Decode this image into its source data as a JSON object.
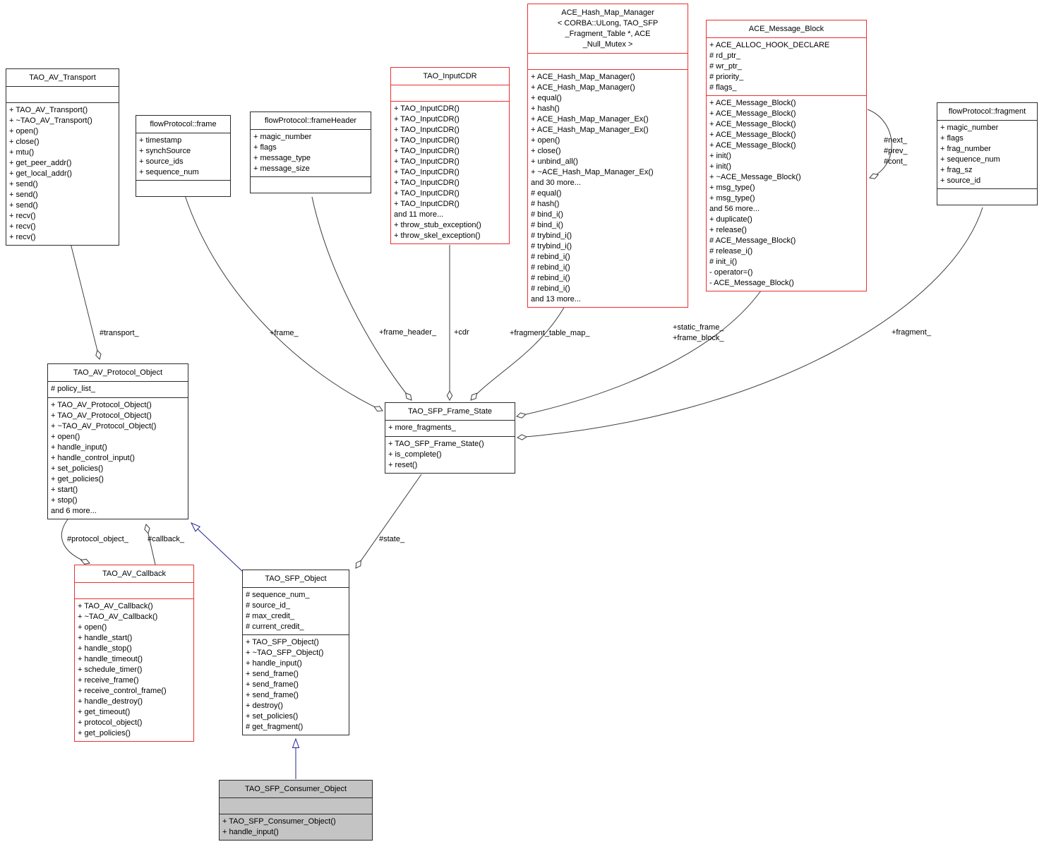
{
  "colors": {
    "box_border": "#2b2b2b",
    "red_border": "#ec2f2f",
    "focal_fill": "#c4c4c4",
    "edge_line": "#3c3c3c",
    "inheritance_line": "#23238e"
  },
  "classes": {
    "transport": {
      "title": "TAO_AV_Transport",
      "attributes": [],
      "methods": [
        "+ TAO_AV_Transport()",
        "+ ~TAO_AV_Transport()",
        "+ open()",
        "+ close()",
        "+ mtu()",
        "+ get_peer_addr()",
        "+ get_local_addr()",
        "+ send()",
        "+ send()",
        "+ send()",
        "+ recv()",
        "+ recv()",
        "+ recv()"
      ]
    },
    "frame": {
      "title": "flowProtocol::frame",
      "attributes": [
        "+ timestamp",
        "+ synchSource",
        "+ source_ids",
        "+ sequence_num"
      ],
      "methods": []
    },
    "frame_header": {
      "title": "flowProtocol::frameHeader",
      "attributes": [
        "+ magic_number",
        "+ flags",
        "+ message_type",
        "+ message_size"
      ],
      "methods": []
    },
    "input_cdr": {
      "title": "TAO_InputCDR",
      "attributes": [],
      "methods": [
        "+ TAO_InputCDR()",
        "+ TAO_InputCDR()",
        "+ TAO_InputCDR()",
        "+ TAO_InputCDR()",
        "+ TAO_InputCDR()",
        "+ TAO_InputCDR()",
        "+ TAO_InputCDR()",
        "+ TAO_InputCDR()",
        "+ TAO_InputCDR()",
        "+ TAO_InputCDR()",
        "and 11 more...",
        "+ throw_stub_exception()",
        "+ throw_skel_exception()"
      ]
    },
    "hash_map": {
      "title": "ACE_Hash_Map_Manager\n< CORBA::ULong, TAO_SFP\n_Fragment_Table *, ACE\n_Null_Mutex >",
      "attributes": [],
      "methods": [
        "+ ACE_Hash_Map_Manager()",
        "+ ACE_Hash_Map_Manager()",
        "+ equal()",
        "+ hash()",
        "+ ACE_Hash_Map_Manager_Ex()",
        "+ ACE_Hash_Map_Manager_Ex()",
        "+ open()",
        "+ close()",
        "+ unbind_all()",
        "+ ~ACE_Hash_Map_Manager_Ex()",
        "and 30 more...",
        "# equal()",
        "# hash()",
        "# bind_i()",
        "# bind_i()",
        "# trybind_i()",
        "# trybind_i()",
        "# rebind_i()",
        "# rebind_i()",
        "# rebind_i()",
        "# rebind_i()",
        "and 13 more..."
      ]
    },
    "message_block": {
      "title": "ACE_Message_Block",
      "attributes": [
        "+ ACE_ALLOC_HOOK_DECLARE",
        "# rd_ptr_",
        "# wr_ptr_",
        "# priority_",
        "# flags_"
      ],
      "methods": [
        "+ ACE_Message_Block()",
        "+ ACE_Message_Block()",
        "+ ACE_Message_Block()",
        "+ ACE_Message_Block()",
        "+ ACE_Message_Block()",
        "+ init()",
        "+ init()",
        "+ ~ACE_Message_Block()",
        "+ msg_type()",
        "+ msg_type()",
        "and 56 more...",
        "+ duplicate()",
        "+ release()",
        "# ACE_Message_Block()",
        "# release_i()",
        "# init_i()",
        "- operator=()",
        "- ACE_Message_Block()"
      ]
    },
    "fragment": {
      "title": "flowProtocol::fragment",
      "attributes": [
        "+ magic_number",
        "+ flags",
        "+ frag_number",
        "+ sequence_num",
        "+ frag_sz",
        "+ source_id"
      ],
      "methods": []
    },
    "protocol_object": {
      "title": "TAO_AV_Protocol_Object",
      "attributes": [
        "# policy_list_"
      ],
      "methods": [
        "+ TAO_AV_Protocol_Object()",
        "+ TAO_AV_Protocol_Object()",
        "+ ~TAO_AV_Protocol_Object()",
        "+ open()",
        "+ handle_input()",
        "+ handle_control_input()",
        "+ set_policies()",
        "+ get_policies()",
        "+ start()",
        "+ stop()",
        "and 6 more..."
      ]
    },
    "frame_state": {
      "title": "TAO_SFP_Frame_State",
      "attributes": [
        "+ more_fragments_"
      ],
      "methods": [
        "+ TAO_SFP_Frame_State()",
        "+ is_complete()",
        "+ reset()"
      ]
    },
    "av_callback": {
      "title": "TAO_AV_Callback",
      "attributes": [],
      "methods": [
        "+ TAO_AV_Callback()",
        "+ ~TAO_AV_Callback()",
        "+ open()",
        "+ handle_start()",
        "+ handle_stop()",
        "+ handle_timeout()",
        "+ schedule_timer()",
        "+ receive_frame()",
        "+ receive_control_frame()",
        "+ handle_destroy()",
        "+ get_timeout()",
        "+ protocol_object()",
        "+ get_policies()"
      ]
    },
    "sfp_object": {
      "title": "TAO_SFP_Object",
      "attributes": [
        "# sequence_num_",
        "# source_id_",
        "# max_credit_",
        "# current_credit_"
      ],
      "methods": [
        "+ TAO_SFP_Object()",
        "+ ~TAO_SFP_Object()",
        "+ handle_input()",
        "+ send_frame()",
        "+ send_frame()",
        "+ send_frame()",
        "+ destroy()",
        "+ set_policies()",
        "# get_fragment()"
      ]
    },
    "sfp_consumer_object": {
      "title": "TAO_SFP_Consumer_Object",
      "attributes": [],
      "methods": [
        "+ TAO_SFP_Consumer_Object()",
        "+ handle_input()"
      ]
    }
  },
  "edge_labels": {
    "transport": "#transport_",
    "frame": "+frame_",
    "frame_header": "+frame_header_",
    "cdr": "+cdr",
    "fragment_table_map": "+fragment_table_map_",
    "static_frame_block": "+static_frame_\n+frame_block_",
    "fragment": "+fragment_",
    "next_prev_cont": "#next_\n#prev_\n#cont_",
    "protocol_object": "#protocol_object_",
    "callback": "#callback_",
    "state": "#state_"
  }
}
